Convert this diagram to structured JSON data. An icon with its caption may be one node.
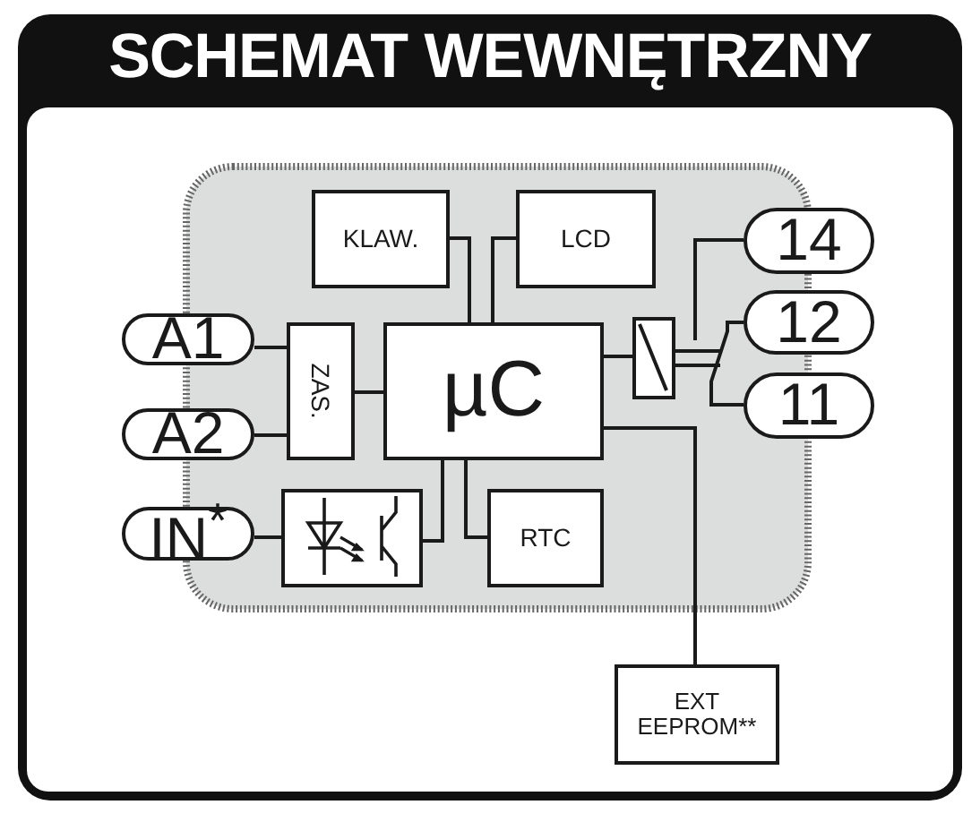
{
  "diagram": {
    "title": "SCHEMAT WEWNĘTRZNY",
    "nodes": [
      {
        "text": [
          "KLAW."
        ]
      },
      {
        "text": [
          "LCD"
        ]
      },
      {
        "text": [
          "ZAS."
        ]
      },
      {
        "text": [
          "µC"
        ]
      },
      {
        "text": [],
        "shape": "box"
      },
      {
        "text": [],
        "shape": "box"
      },
      {
        "text": [
          "RTC"
        ]
      },
      {
        "text": [
          "EXT EEPROM**"
        ]
      },
      {
        "text": [
          "A1"
        ]
      },
      {
        "text": [
          "A2"
        ]
      },
      {
        "text": [
          "IN$^{*}$"
        ]
      },
      {
        "text": [
          "14"
        ]
      },
      {
        "text": [
          "12"
        ]
      },
      {
        "text": [
          "11"
        ]
      }
    ],
    "edges": [
      {
        "from": 8,
        "to": 2,
        "arrow": "none"
      },
      {
        "from": 9,
        "to": 2,
        "arrow": "none"
      },
      {
        "from": 2,
        "to": 3,
        "arrow": "none"
      },
      {
        "from": 0,
        "to": 3,
        "arrow": "none"
      },
      {
        "from": 1,
        "to": 3,
        "arrow": "none"
      },
      {
        "from": 3,
        "to": 4,
        "arrow": "none"
      },
      {
        "from": 10,
        "to": 5,
        "arrow": "none"
      },
      {
        "from": 5,
        "to": 3,
        "arrow": "none"
      },
      {
        "from": 3,
        "to": 6,
        "arrow": "none"
      },
      {
        "from": 3,
        "to": 7,
        "arrow": "none"
      },
      {
        "from": 13,
        "to": 12,
        "arrow": "none"
      },
      {
        "from": 11,
        "to": 4,
        "arrow": "none"
      },
      {
        "from": 4,
        "to": null,
        "arrow": "none"
      }
    ]
  }
}
